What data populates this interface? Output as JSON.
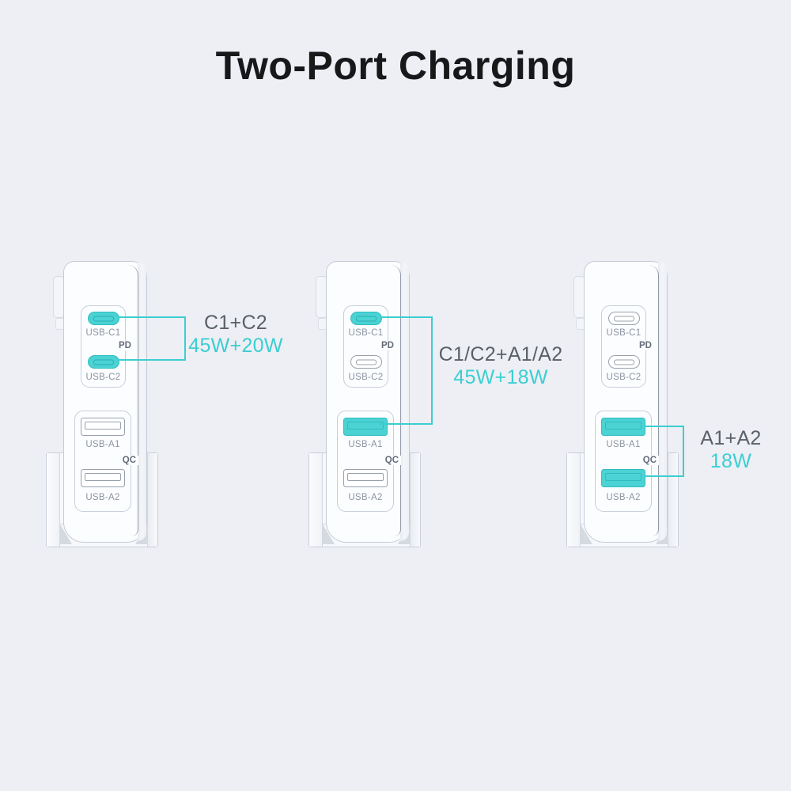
{
  "page": {
    "title": "Two-Port Charging"
  },
  "port_labels": {
    "c1": "USB-C1",
    "c2": "USB-C2",
    "a1": "USB-A1",
    "a2": "USB-A2",
    "pd": "PD",
    "qc": "QC"
  },
  "scenarios": [
    {
      "name": "c1-plus-c2",
      "combo": "C1+C2",
      "power": "45W+20W",
      "highlighted_ports": [
        "c1",
        "c2"
      ]
    },
    {
      "name": "c-port-plus-a-port",
      "combo": "C1/C2+A1/A2",
      "power": "45W+18W",
      "highlighted_ports": [
        "c1",
        "a1"
      ]
    },
    {
      "name": "a1-plus-a2",
      "combo": "A1+A2",
      "power": "18W",
      "highlighted_ports": [
        "a1",
        "a2"
      ]
    }
  ],
  "colors": {
    "background": "#edeff4",
    "title-text": "#17181a",
    "combo-text": "#596069",
    "accent": "#3bced2",
    "port-fill": "#4bd2d3",
    "port-fill-border": "#2fbec3",
    "port-outline": "#98a1ae",
    "panel-outline": "#c7ceda",
    "body-outline": "#c5ccd8",
    "muted-label": "#8b94a1",
    "iface-label": "#646c79"
  }
}
